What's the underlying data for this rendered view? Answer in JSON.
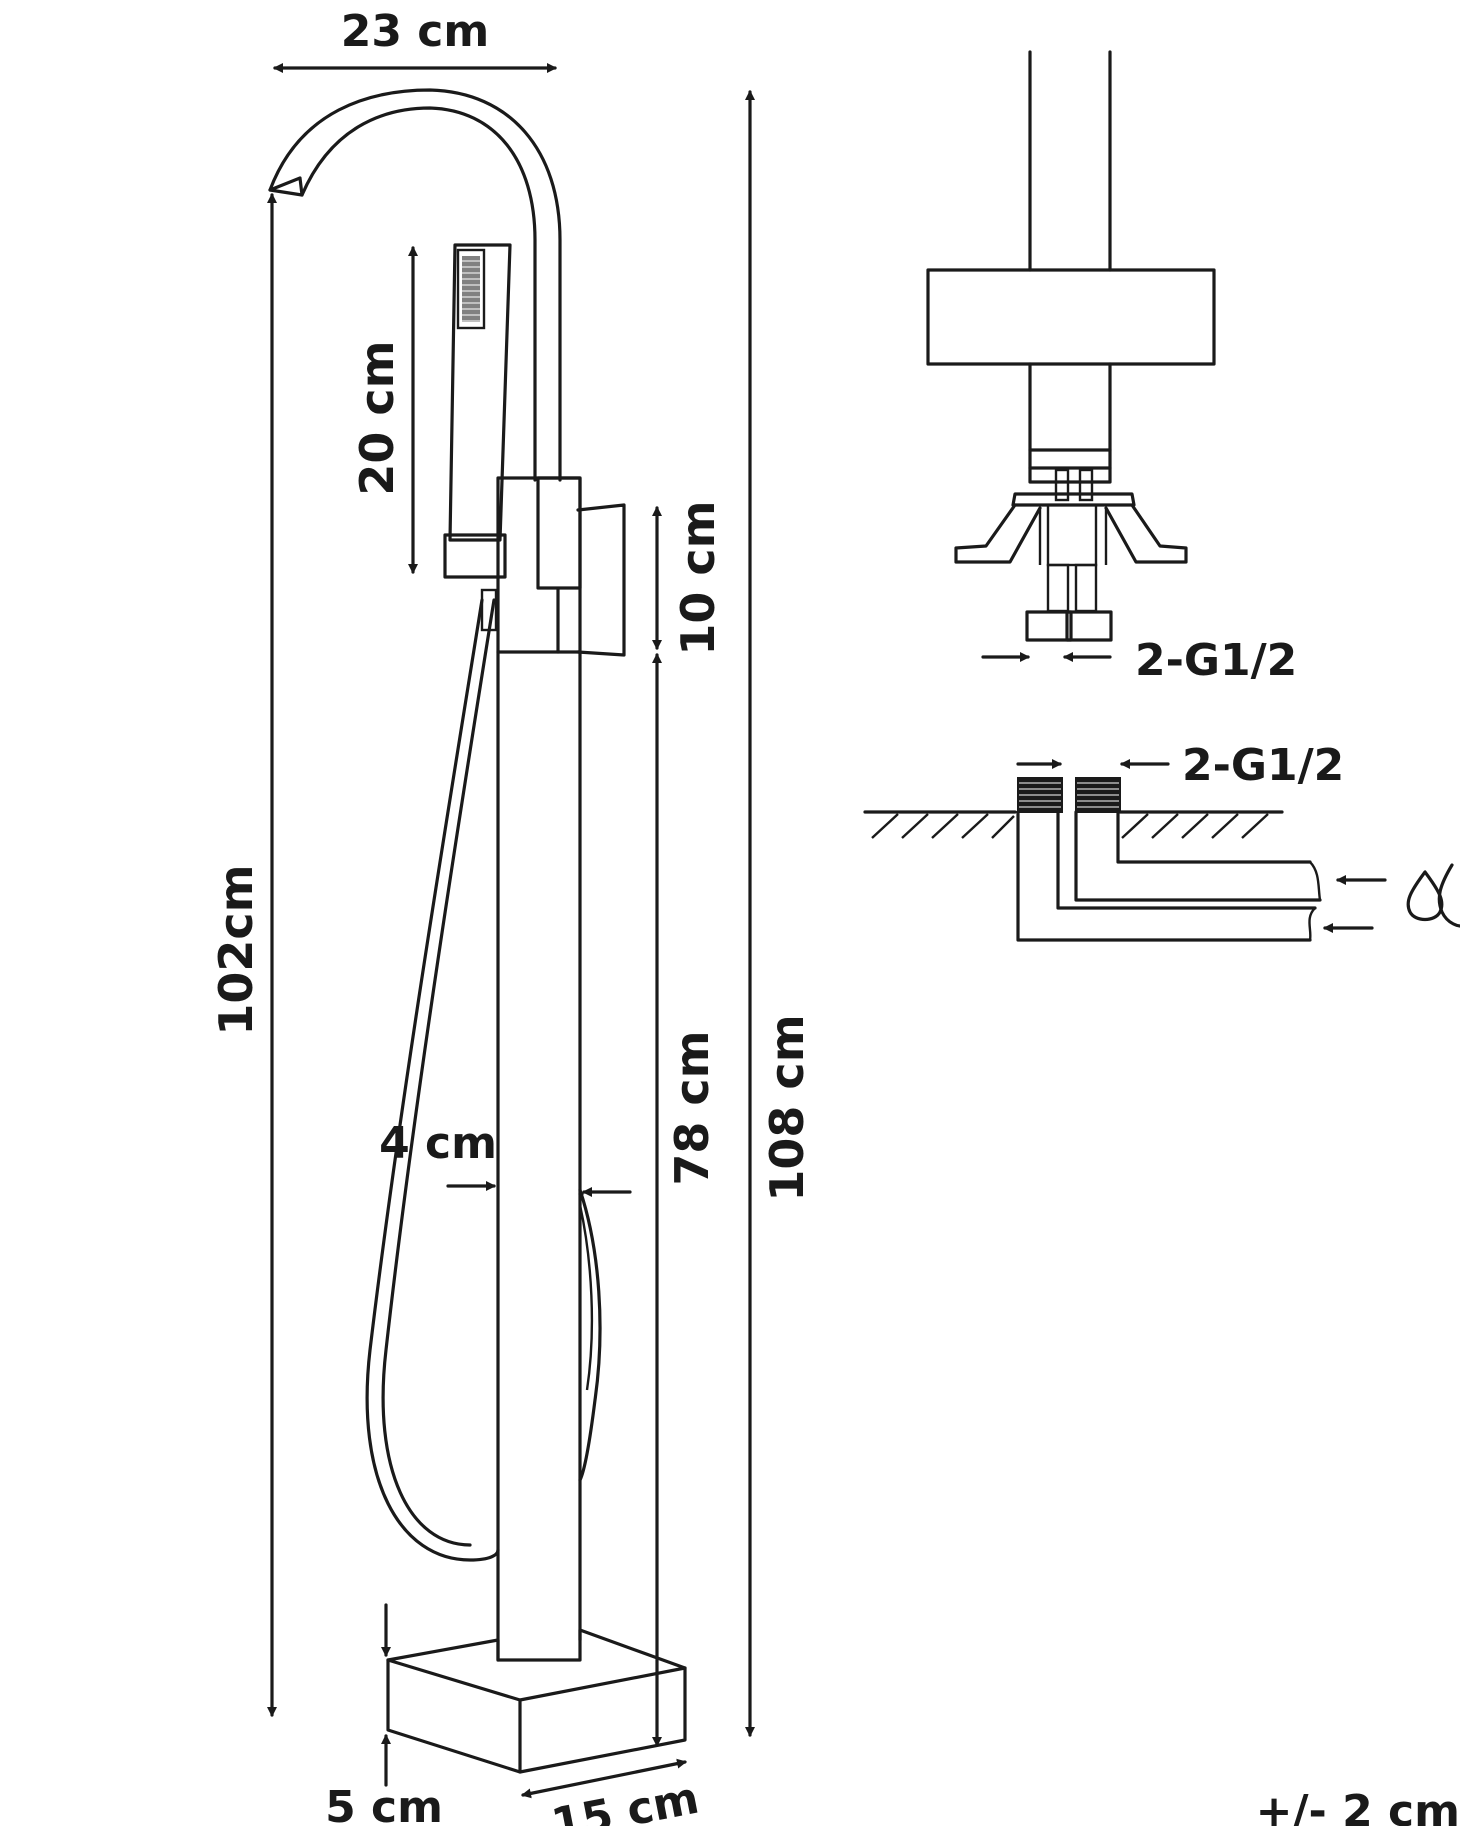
{
  "labels": {
    "width_top": "23 cm",
    "handset_length": "20 cm",
    "total_height_spout": "102cm",
    "mixer_height": "10 cm",
    "pillar_width": "4 cm",
    "pillar_height": "78 cm",
    "total_height": "108 cm",
    "base_height": "5 cm",
    "base_width": "15 cm",
    "connector_top": "2-G1/2",
    "connector_floor": "2-G1/2",
    "tolerance": "+/- 2 cm"
  },
  "colors": {
    "line": "#1a1a1a",
    "background": "#ffffff"
  },
  "icons": {
    "water": "water-drops-icon"
  }
}
